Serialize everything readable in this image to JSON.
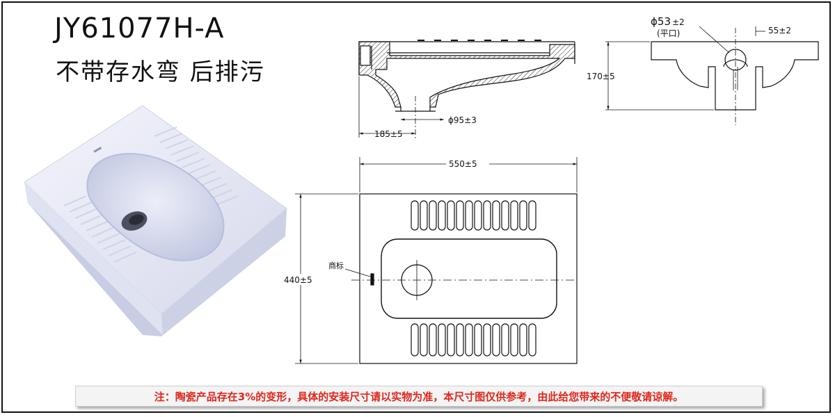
{
  "product": {
    "model": "JY61077H-A",
    "description": "不带存水弯 后排污"
  },
  "dimensions": {
    "side_drain_offset": "185±5",
    "outlet_diameter": "ϕ95±3",
    "flange_diameter": "ϕ53",
    "flange_tolerance": "±2",
    "flange_note": "(平口)",
    "rear_offset": "55±2",
    "height": "170±5",
    "width": "550±5",
    "depth": "440±5",
    "trademark_label": "商标"
  },
  "note": "注：陶瓷产品存在3%的变形，具体的安装尺寸请以实物为准，本尺寸图仅供参考，由此给您带来的不便敬请谅解。",
  "colors": {
    "note_text": "#e0261b",
    "line": "#111111",
    "porcelain": "#e9ebf6"
  }
}
